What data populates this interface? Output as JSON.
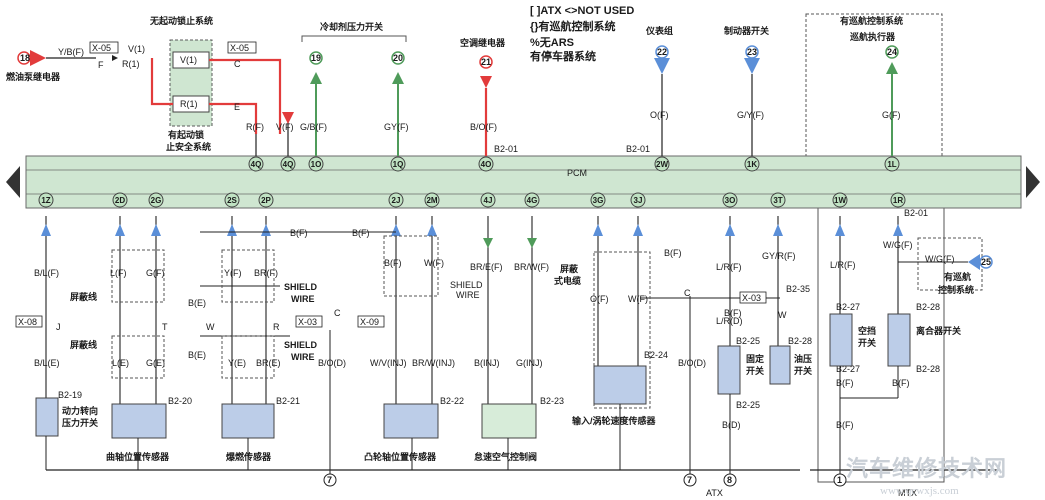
{
  "colors": {
    "wire_blue": "#5b8fd8",
    "wire_green": "#4f9b5a",
    "wire_red": "#e23b3b",
    "pcm_bar": "#cfe6d1",
    "pin_green": "#bfe2c2",
    "sensor_fill": "#bccde8",
    "ground_box": "#d7ecd9",
    "switch_fill": "#bccde8",
    "wire_black": "#222222"
  },
  "legend": {
    "line1": "[ ]ATX <>NOT USED",
    "line2": "{}有巡航控制系统",
    "line3": "%无ARS",
    "line4": "有停车器系统"
  },
  "pcm_label": "PCM",
  "top": {
    "interlock_system": "无起动锁止系统",
    "refrigerant_switch": "冷却剂压力开关",
    "ac_relay": "空调继电器",
    "instrument_cluster": "仪表组",
    "brake_switch": "制动器开关",
    "cruise_system": "有巡航控制系统",
    "cruise_actuator": "巡航执行器",
    "fuel_pump_relay": "燃油泵继电器",
    "interlock_safety_line1": "有起动锁",
    "interlock_safety_line2": "止安全系统",
    "x05": "X-05",
    "x05b": "X-05",
    "f": "F",
    "v1_a": "V(1)",
    "r1_a": "R(1)",
    "v1_b": "V(1)",
    "r1_b": "R(1)",
    "c": "C",
    "e": "E",
    "ybf": "Y/B(F)",
    "rf": "R(F)",
    "vf": "V(F)",
    "gbf": "G/B(F)",
    "gyf": "GY(F)",
    "bof": "B/O(F)",
    "of": "O(F)",
    "gyf2": "G/Y(F)",
    "gf": "G(F)",
    "b201_top": "B2-01",
    "b201_top2": "B2-01",
    "b201_right": "B2-01"
  },
  "top_circles": [
    {
      "label": "18"
    },
    {
      "label": "19"
    },
    {
      "label": "20"
    },
    {
      "label": "21"
    },
    {
      "label": "22"
    },
    {
      "label": "23"
    },
    {
      "label": "24"
    },
    {
      "label": "25"
    }
  ],
  "pcm_top_pins": [
    "4Q",
    "4Q",
    "1O",
    "1Q",
    "4O",
    "2W",
    "1K",
    "1L"
  ],
  "pcm_bottom_pins": [
    "1Z",
    "2D",
    "2G",
    "2S",
    "2P",
    "2J",
    "2M",
    "4J",
    "4G",
    "3G",
    "3J",
    "3O",
    "3T",
    "1W",
    "1R"
  ],
  "mid": {
    "blf": "B/L(F)",
    "lf": "L(F)",
    "gf": "G(F)",
    "yf": "Y(F)",
    "brf": "BR(F)",
    "bf_top1": "B(F)",
    "bf_top2": "B(F)",
    "bf_l": "B(F)",
    "wf": "W(F)",
    "bref": "BR/E(F)",
    "brwf": "BR/W(F)",
    "of": "O(F)",
    "wf2": "W(F)",
    "bf3": "B(F)",
    "lrf": "L/R(F)",
    "gyrf": "GY/R(F)",
    "b235": "B2-35",
    "w": "W",
    "lrf2": "L/R(F)",
    "wgf": "W/G(F)",
    "wgf2": "W/G(F)",
    "b201": "B2-01",
    "shield1": "屏蔽线",
    "shield2": "屏蔽线",
    "shield_wire1a": "SHIELD",
    "shield_wire1b": "WIRE",
    "shield_wire2a": "SHIELD",
    "shield_wire2b": "WIRE",
    "shield_wire3a": "SHIELD",
    "shield_wire3b": "WIRE",
    "shield_cable_a": "屏蔽",
    "shield_cable_b": "式电缆",
    "cruise_a": "有巡航",
    "cruise_b": "控制系统",
    "x08": "X-08",
    "x03": "X-03",
    "x09": "X-09",
    "x03b": "X-03",
    "j": "J",
    "t": "T",
    "w2": "W",
    "r": "R",
    "c": "C",
    "c2": "C",
    "ble": "B/L(E)",
    "le": "L(E)",
    "ge": "G(E)",
    "be": "B(E)",
    "ye": "Y(E)",
    "bre": "BR(E)",
    "be2": "B(E)",
    "bod": "B/O(D)",
    "wvinj": "W/V(INJ)",
    "brwinj": "BR/W(INJ)",
    "binj": "B(INJ)",
    "ginj": "G(INJ)",
    "bod2": "B/O(D)",
    "lrd": "L/R(D)",
    "b227": "B2-27",
    "b228": "B2-28",
    "b227b": "B2-27",
    "b228b": "B2-28"
  },
  "components": {
    "power_steering_a": "动力转向",
    "power_steering_b": "压力开关",
    "crank_sensor": "曲轴位置传感器",
    "knock_sensor": "爆燃传感器",
    "cam_sensor": "凸轮轴位置传感器",
    "idle_valve": "怠速空气控制阀",
    "turbine_sensor": "输入/涡轮速度传感器",
    "park_switch_a": "固定",
    "park_switch_b": "开关",
    "oil_switch_a": "油压",
    "oil_switch_b": "开关",
    "ac_switch_a": "空挡",
    "ac_switch_b": "开关",
    "clutch_switch": "离合器开关",
    "b219": "B2-19",
    "b220": "B2-20",
    "b221": "B2-21",
    "b222": "B2-22",
    "b223": "B2-23",
    "b224": "B2-24",
    "b225": "B2-25",
    "b228": "B2-28",
    "b225b": "B2-25",
    "bd": "B(D)",
    "bf_s1": "B(F)",
    "bf_s2": "B(F)",
    "bf_s3": "B(F)",
    "bf_s4": "B(F)"
  },
  "bottom": {
    "atx": "ATX",
    "mtx": "MTX",
    "g7a": "7",
    "g7b": "7",
    "g8": "8",
    "g1": "1"
  },
  "watermark": {
    "main": "汽车维修技术网",
    "sub": "www.qcwxjs.com"
  }
}
